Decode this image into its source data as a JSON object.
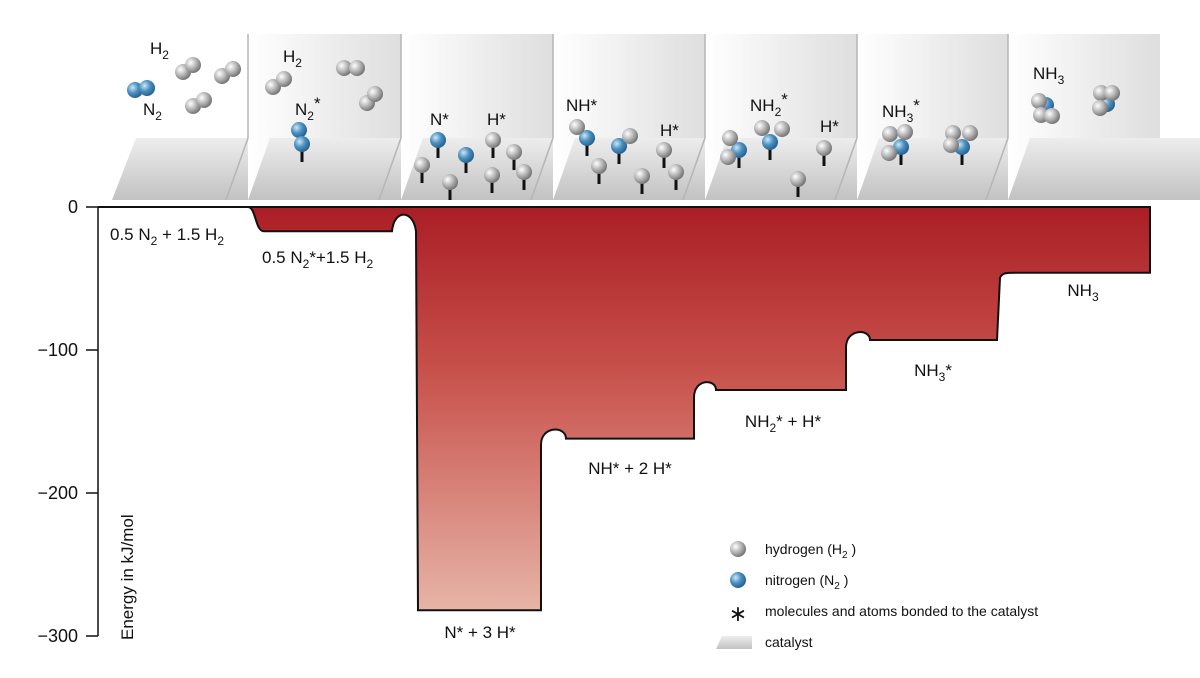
{
  "y_axis": {
    "title": "Energy in kJ/mol",
    "ticks": [
      {
        "value": 0,
        "label": "0"
      },
      {
        "value": -100,
        "label": "−100"
      },
      {
        "value": -200,
        "label": "−200"
      },
      {
        "value": -300,
        "label": "−300"
      }
    ],
    "min": -300,
    "max": 0
  },
  "colors": {
    "profile_dark": "#aa1e25",
    "profile_light": "#e7b4a7",
    "hydrogen": "#9c9c9c",
    "nitrogen": "#4a90c2",
    "catalyst": "#c9c9c9"
  },
  "chart_data": {
    "type": "energy-profile",
    "unit": "kJ/mol",
    "states": [
      {
        "id": "s0",
        "base": "0.5 N",
        "sub1": "2",
        "mid": " + 1.5 H",
        "sub2": "2",
        "tail": "",
        "energy": 0
      },
      {
        "id": "s1",
        "base": "0.5 N",
        "sub1": "2",
        "mid": "*+1.5 H",
        "sub2": "2",
        "tail": "",
        "energy": -17
      },
      {
        "id": "s2",
        "base": "N* + 3 H*",
        "sub1": "",
        "mid": "",
        "sub2": "",
        "tail": "",
        "energy": -282
      },
      {
        "id": "s3",
        "base": "NH* + 2 H*",
        "sub1": "",
        "mid": "",
        "sub2": "",
        "tail": "",
        "energy": -162
      },
      {
        "id": "s4",
        "base": "NH",
        "sub1": "2",
        "mid": "* + H*",
        "sub2": "",
        "tail": "",
        "energy": -128
      },
      {
        "id": "s5",
        "base": "NH",
        "sub1": "3",
        "mid": "*",
        "sub2": "",
        "tail": "",
        "energy": -93
      },
      {
        "id": "s6",
        "base": "NH",
        "sub1": "3",
        "mid": "",
        "sub2": "",
        "tail": "",
        "energy": -46
      }
    ],
    "barriers": [
      {
        "between": "s0-s1",
        "energy": -2
      },
      {
        "between": "s1-s2",
        "energy": 0
      },
      {
        "between": "s2-s3",
        "energy": -155
      },
      {
        "between": "s3-s4",
        "energy": -122
      },
      {
        "between": "s4-s5",
        "energy": -87
      }
    ]
  },
  "panels": [
    {
      "labels": [
        {
          "base": "H",
          "sub": "2",
          "sup": ""
        },
        {
          "base": "N",
          "sub": "2",
          "sup": ""
        }
      ]
    },
    {
      "labels": [
        {
          "base": "H",
          "sub": "2",
          "sup": ""
        },
        {
          "base": "N",
          "sub": "2",
          "sup": "*"
        }
      ]
    },
    {
      "labels": [
        {
          "base": "N*",
          "sub": "",
          "sup": ""
        },
        {
          "base": "H*",
          "sub": "",
          "sup": ""
        }
      ]
    },
    {
      "labels": [
        {
          "base": "NH*",
          "sub": "",
          "sup": ""
        },
        {
          "base": "H*",
          "sub": "",
          "sup": ""
        }
      ]
    },
    {
      "labels": [
        {
          "base": "NH",
          "sub": "2",
          "sup": "*"
        },
        {
          "base": "H*",
          "sub": "",
          "sup": ""
        }
      ]
    },
    {
      "labels": [
        {
          "base": "NH",
          "sub": "3",
          "sup": "*"
        }
      ]
    },
    {
      "labels": [
        {
          "base": "NH",
          "sub": "3",
          "sup": ""
        }
      ]
    }
  ],
  "legend": [
    {
      "icon": "hydrogen-icon",
      "base": "hydrogen (H",
      "sub": "2",
      "tail": " )"
    },
    {
      "icon": "nitrogen-icon",
      "base": "nitrogen (N",
      "sub": "2",
      "tail": " )"
    },
    {
      "icon": "asterisk-icon",
      "base": "molecules and atoms bonded to the catalyst",
      "sub": "",
      "tail": ""
    },
    {
      "icon": "catalyst-icon",
      "base": "catalyst",
      "sub": "",
      "tail": ""
    }
  ]
}
